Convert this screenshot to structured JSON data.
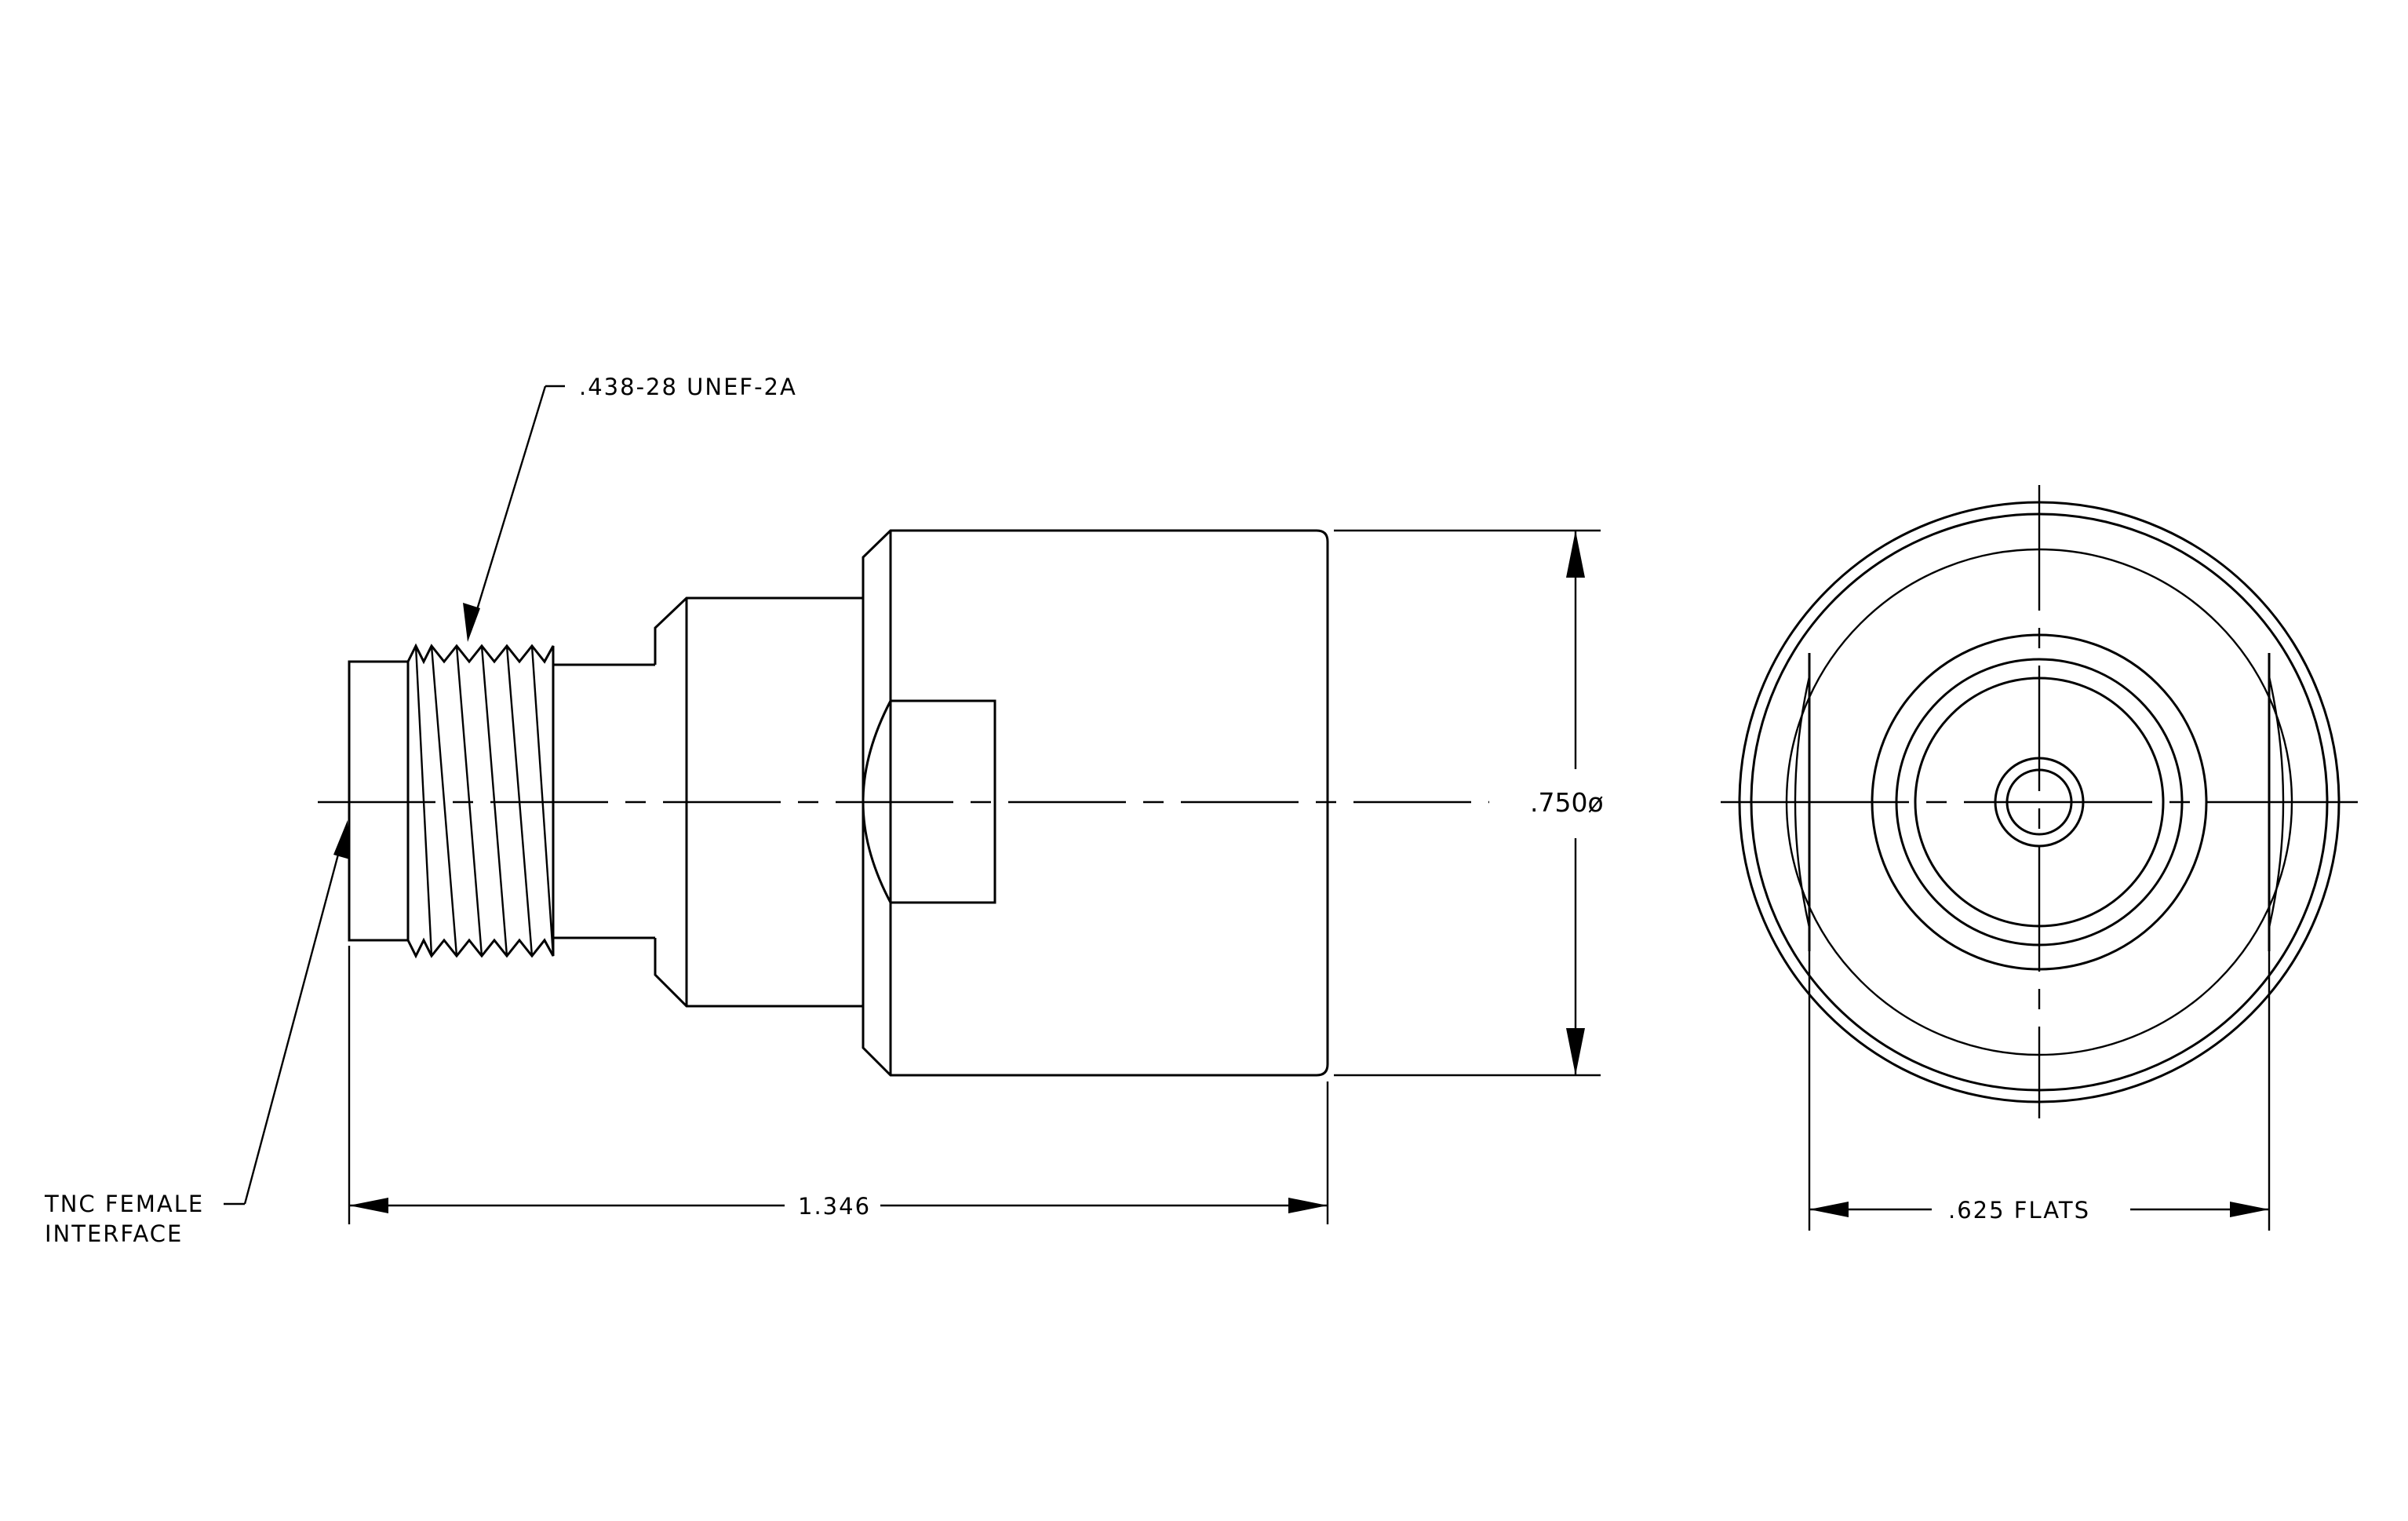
{
  "drawing": {
    "thread_callout": ".438-28 UNEF-2A",
    "interface_callout_line1": "TNC FEMALE",
    "interface_callout_line2": "INTERFACE",
    "length_dim": "1.346",
    "diameter_dim": ".750ø",
    "flats_dim": ".625 FLATS"
  }
}
